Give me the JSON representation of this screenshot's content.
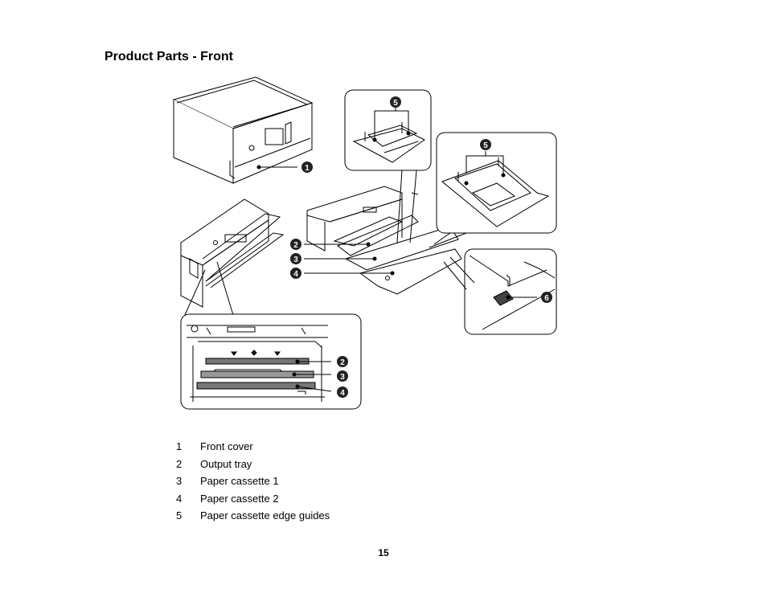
{
  "page": {
    "title": "Product Parts - Front",
    "page_number": "15"
  },
  "callouts": [
    "1",
    "2",
    "3",
    "4",
    "5",
    "6"
  ],
  "legend": [
    {
      "number": "1",
      "label": "Front cover"
    },
    {
      "number": "2",
      "label": "Output tray"
    },
    {
      "number": "3",
      "label": "Paper cassette 1"
    },
    {
      "number": "4",
      "label": "Paper cassette 2"
    },
    {
      "number": "5",
      "label": "Paper cassette edge guides"
    }
  ]
}
